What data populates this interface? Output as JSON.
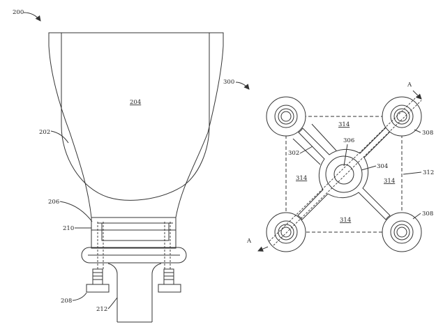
{
  "figure_left": {
    "ref": "200",
    "labels": {
      "cup": "204",
      "wall": "202",
      "recess": "206",
      "edge": "210",
      "bolt": "208",
      "post": "212"
    }
  },
  "figure_right": {
    "ref": "300",
    "section_mark": "A",
    "labels": {
      "region_top": "314",
      "region_left": "314",
      "region_right": "314",
      "region_bottom": "314",
      "hub": "306",
      "arm": "302",
      "ring": "304",
      "boundary": "312",
      "pad_top_right": "308",
      "pad_bottom_right": "308"
    }
  }
}
